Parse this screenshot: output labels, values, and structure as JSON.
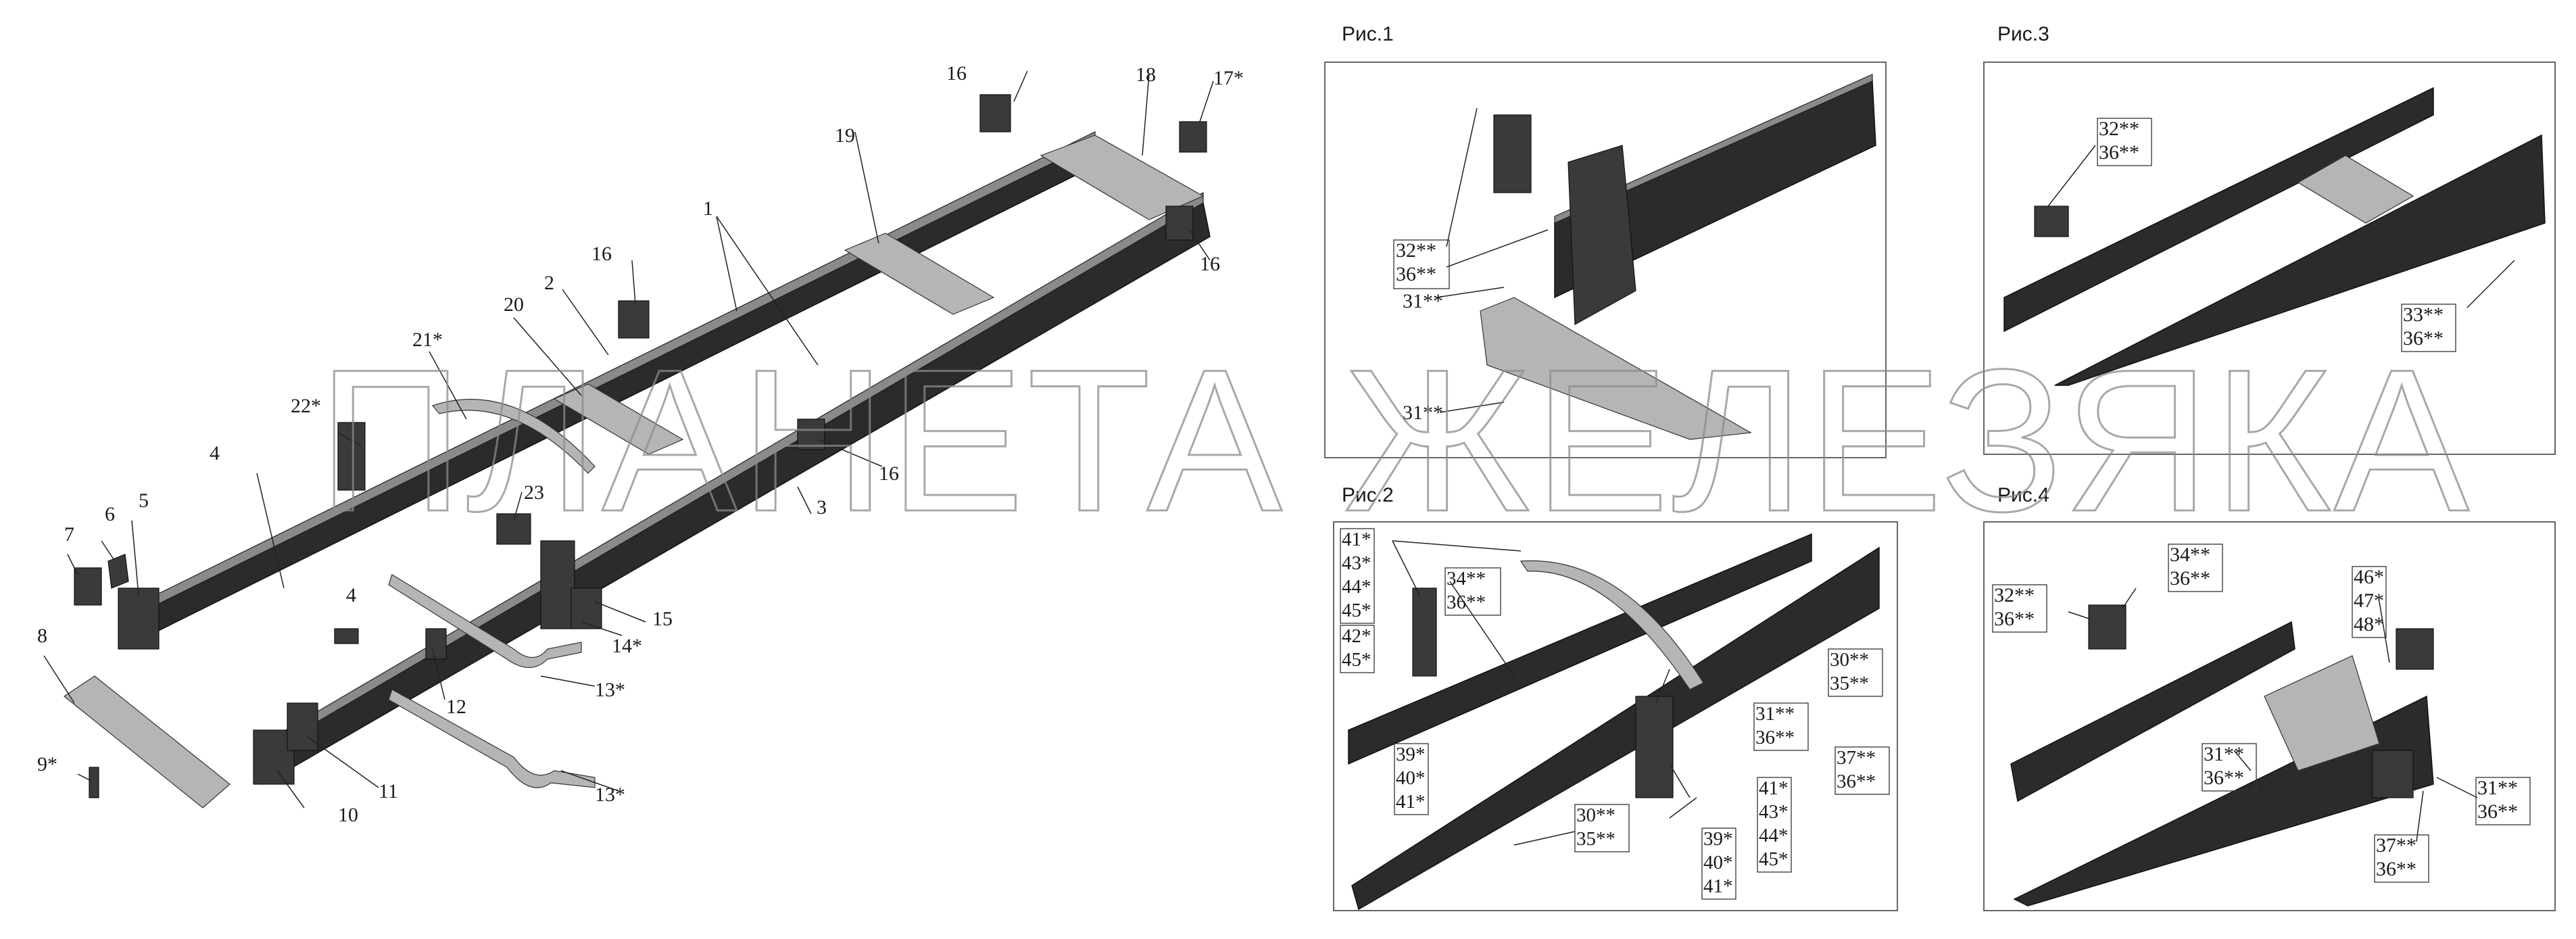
{
  "figures": {
    "fig1": "Рис.1",
    "fig2": "Рис.2",
    "fig3": "Рис.3",
    "fig4": "Рис.4"
  },
  "watermark": "ПЛАНЕТА ЖЕЛЕЗЯКА",
  "main_labels": {
    "l1": "1",
    "l2": "2",
    "l3": "3",
    "l4a": "4",
    "l4b": "4",
    "l5": "5",
    "l6": "6",
    "l7": "7",
    "l8": "8",
    "l9": "9*",
    "l10": "10",
    "l11": "11",
    "l12": "12",
    "l13a": "13*",
    "l13b": "13*",
    "l14": "14*",
    "l15": "15",
    "l16a": "16",
    "l16b": "16",
    "l16c": "16",
    "l16d": "16",
    "l17": "17*",
    "l18": "18",
    "l19": "19",
    "l20": "20",
    "l21": "21*",
    "l22": "22*",
    "l23": "23"
  },
  "fig1_labels": {
    "a": "32**",
    "b": "36**",
    "c": "31**",
    "d": "31**"
  },
  "fig2_labels": {
    "g1": [
      "41*",
      "43*",
      "44*",
      "45*"
    ],
    "g2": [
      "42*",
      "45*"
    ],
    "g3": [
      "34**",
      "36**"
    ],
    "g4": [
      "30**",
      "35**"
    ],
    "g5": [
      "31**",
      "36**"
    ],
    "g6": [
      "37**",
      "36**"
    ],
    "g7": [
      "39*",
      "40*",
      "41*"
    ],
    "g8": [
      "30**",
      "35**"
    ],
    "g9": [
      "41*",
      "43*",
      "44*",
      "45*"
    ],
    "g10": [
      "39*",
      "40*",
      "41*"
    ]
  },
  "fig3_labels": {
    "a": [
      "32**",
      "36**"
    ],
    "b": [
      "33**",
      "36**"
    ]
  },
  "fig4_labels": {
    "a": [
      "34**",
      "36**"
    ],
    "b": [
      "32**",
      "36**"
    ],
    "c": [
      "46*",
      "47*",
      "48*"
    ],
    "d": [
      "31**",
      "36**"
    ],
    "e": [
      "31**",
      "36**"
    ],
    "f": [
      "37**",
      "36**"
    ]
  }
}
